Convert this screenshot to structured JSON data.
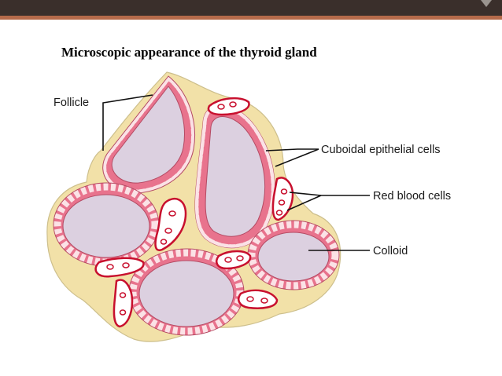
{
  "slide": {
    "title": "Microscopic appearance of the thyroid gland"
  },
  "diagram": {
    "labels": {
      "follicle": "Follicle",
      "cuboidal": "Cuboidal epithelial cells",
      "rbc": "Red blood cells",
      "colloid": "Colloid"
    },
    "colors": {
      "stroma": "#f2e1a8",
      "colloid": "#dcd0e0",
      "epithelium": "#e8738d",
      "cell": "#fbe2e6",
      "capillary": "#c8102e",
      "topbar": "#3a2f2b",
      "accent": "#b56a4a"
    }
  }
}
